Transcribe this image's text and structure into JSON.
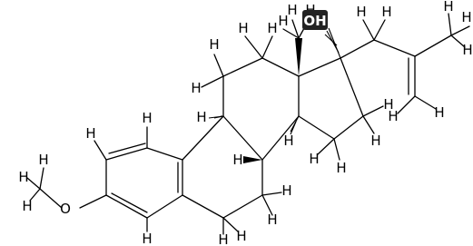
{
  "atoms": {
    "hydrogen": "H",
    "oxygen": "O",
    "hydroxyl": "OH"
  },
  "colors": {
    "bond": "#000000",
    "background": "#ffffff",
    "hydroxyl_badge": "#222222"
  }
}
